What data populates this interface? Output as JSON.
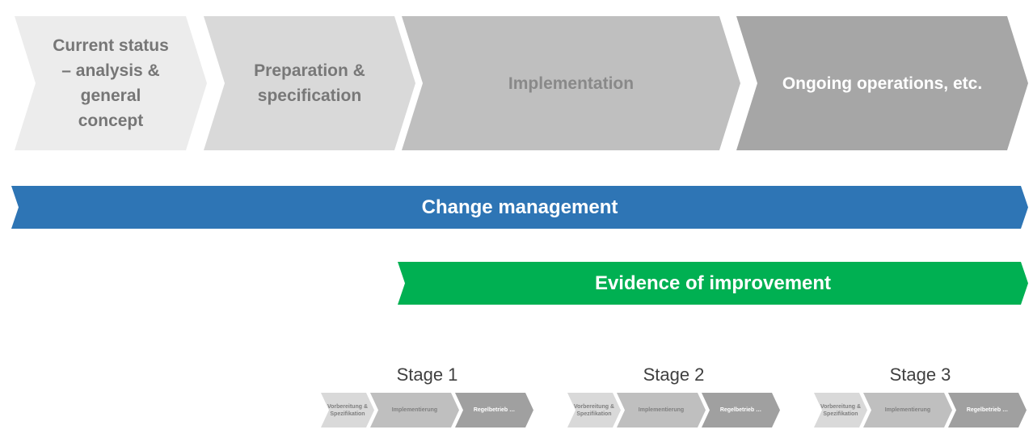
{
  "diagram_title": "Process phases with change management and staged rollout",
  "colors": {
    "phase1_fill": "#ececec",
    "phase2_fill": "#d9d9d9",
    "phase3_fill": "#bfbfbf",
    "phase4_fill": "#a6a6a6",
    "phase_text_gray": "#787878",
    "change_bar_fill": "#2e75b5",
    "evidence_bar_fill": "#00b052",
    "white_text": "#ffffff",
    "stage_title_text": "#404040",
    "mini_step1_fill": "#d9d9d9",
    "mini_step2_fill": "#bfbfbf",
    "mini_step3_fill": "#a0a0a0"
  },
  "phases": [
    {
      "label": "Current status\n– analysis &\ngeneral\nconcept"
    },
    {
      "label": "Preparation &\nspecification"
    },
    {
      "label": "Implementation"
    },
    {
      "label": "Ongoing operations, etc."
    }
  ],
  "bars": {
    "change": {
      "label": "Change management"
    },
    "evidence": {
      "label": "Evidence of improvement"
    }
  },
  "stages": [
    {
      "title": "Stage 1",
      "steps": [
        "Vorbereitung &\nSpezifikation",
        "Implementierung",
        "Regelbetrieb …"
      ]
    },
    {
      "title": "Stage 2",
      "steps": [
        "Vorbereitung &\nSpezifikation",
        "Implementierung",
        "Regelbetrieb …"
      ]
    },
    {
      "title": "Stage 3",
      "steps": [
        "Vorbereitung &\nSpezifikation",
        "Implementierung",
        "Regelbetrieb …"
      ]
    }
  ]
}
